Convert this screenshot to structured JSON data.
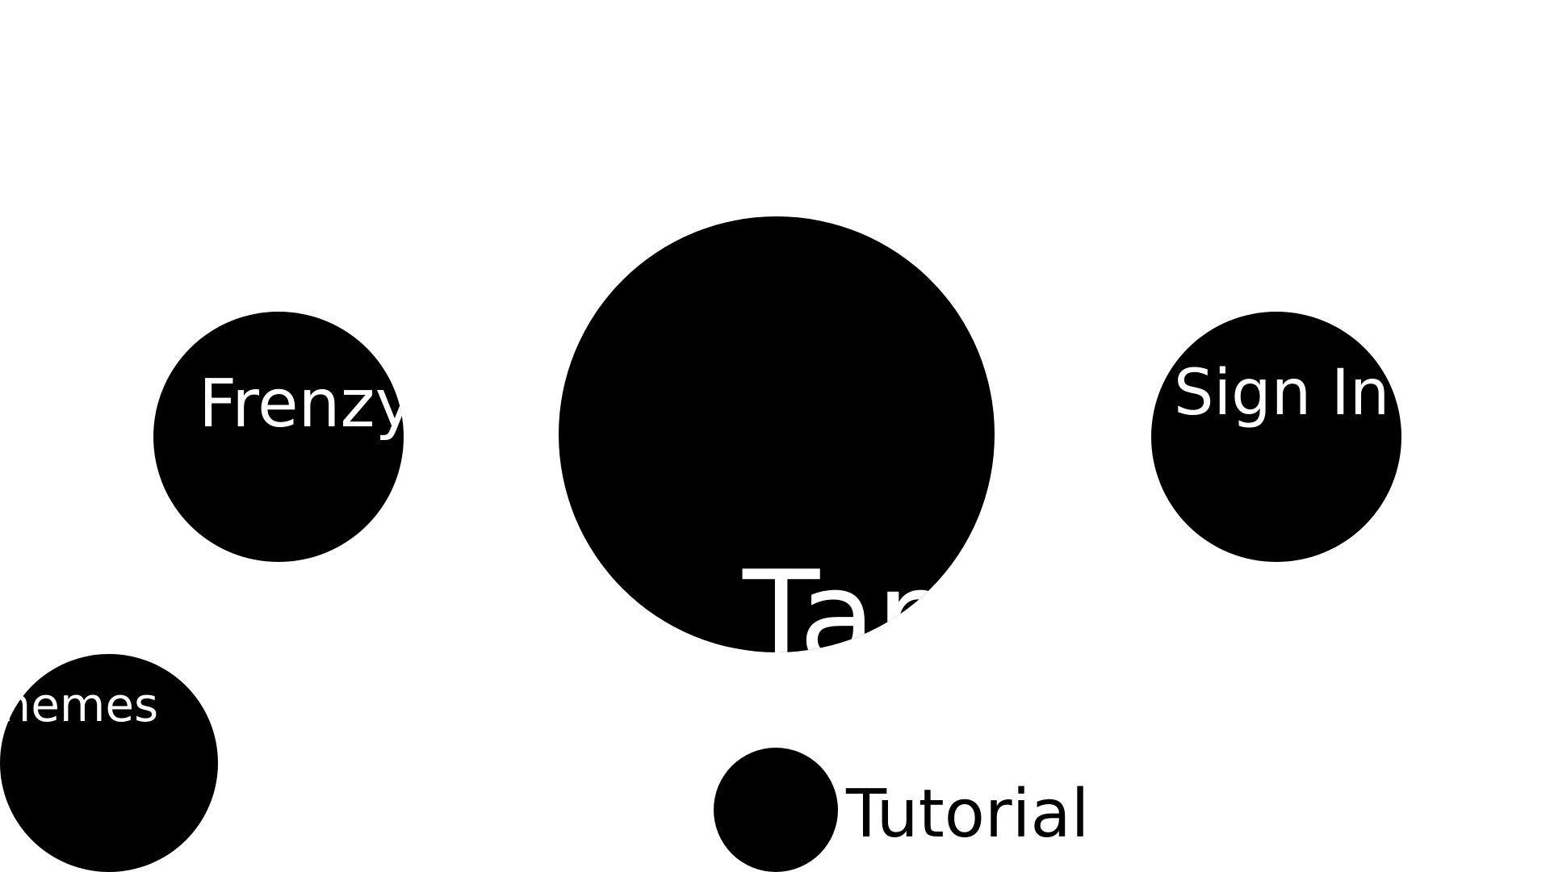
{
  "menu": {
    "frenzy_label": "Frenzy",
    "tap_label": "Tap",
    "signin_label": "Sign In",
    "themes_label": "Themes",
    "tutorial_label": "Tutorial"
  },
  "colors": {
    "background": "#ffffff",
    "bubble": "#000000",
    "bubble_text": "#ffffff",
    "outside_text": "#000000"
  }
}
